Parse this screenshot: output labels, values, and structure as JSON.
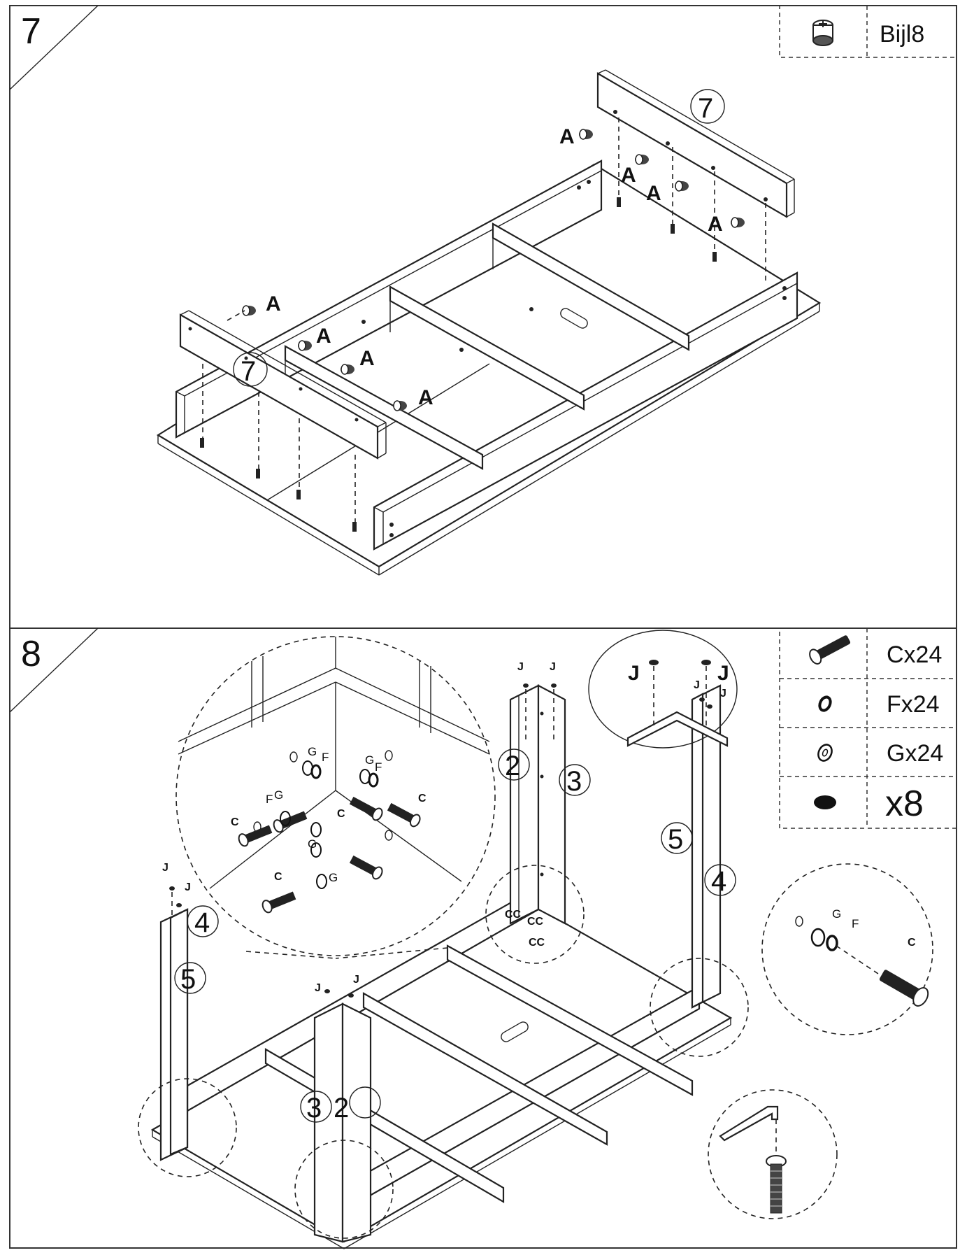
{
  "step7": {
    "number": "7",
    "hardware_label": "Bijl8",
    "panel_marker": "7",
    "cam_label": "A"
  },
  "step8": {
    "number": "8",
    "legend": [
      {
        "label": "Cx24",
        "icon": "bolt-icon"
      },
      {
        "label": "Fx24",
        "icon": "spring-washer-icon"
      },
      {
        "label": "Gx24",
        "icon": "flat-washer-icon"
      },
      {
        "label": "x8",
        "icon": "cap-icon"
      }
    ],
    "leg_numbers": {
      "two": "2",
      "three": "3",
      "four": "4",
      "five": "5"
    },
    "labels": {
      "j": "J",
      "c": "C",
      "f": "F",
      "g": "G",
      "cc": "CC"
    }
  }
}
